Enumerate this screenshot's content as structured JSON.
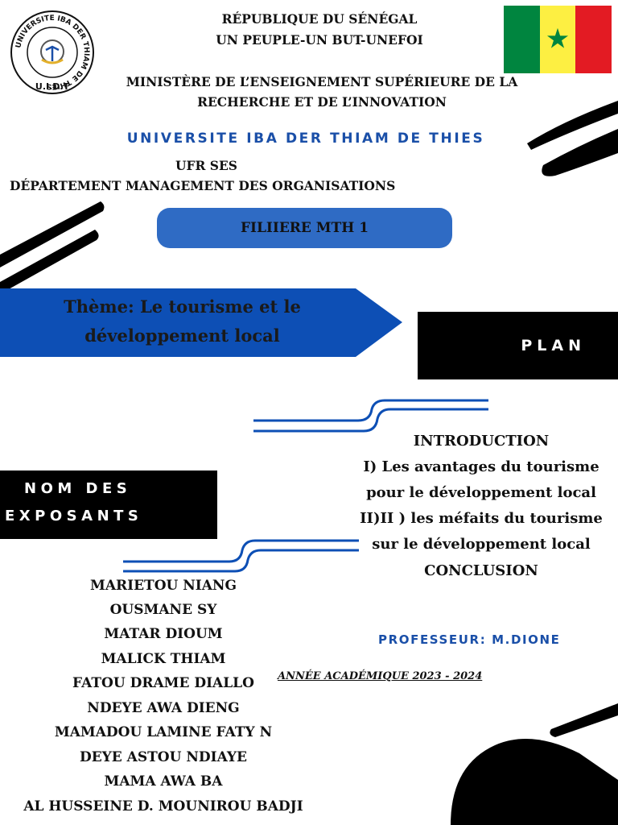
{
  "header": {
    "republique": "RÉPUBLIQUE DU SÉNÉGAL",
    "devise": "UN PEUPLE-UN BUT-UNEFOI",
    "ministere_l1": "MINISTÈRE DE L’ENSEIGNEMENT SUPÉRIEURE DE LA",
    "ministere_l2": "RECHERCHE ET DE L’INNOVATION",
    "universite": "UNIVERSITE IBA DER THIAM DE THIES",
    "ufr": "UFR SES",
    "departement": "DÉPARTEMENT MANAGEMENT DES ORGANISATIONS"
  },
  "logo": {
    "ring_text": "UNIVERSITE IBA DER THIAM DE THIES",
    "acronym": "U.I.D.T"
  },
  "flag": {
    "colors": [
      "#00853f",
      "#fdef42",
      "#e31b23"
    ],
    "icon": "star-icon"
  },
  "filiere": "FILIIERE MTH 1",
  "theme": {
    "line1": "Thème: Le tourisme et le",
    "line2": "développement local"
  },
  "plan": {
    "title": "PLAN",
    "items": [
      "INTRODUCTION",
      "I) Les avantages du tourisme",
      "pour le développement local",
      "II)II ) les méfaits du tourisme",
      "sur le développement local",
      "CONCLUSION"
    ]
  },
  "exposants": {
    "title_l1": "NOM DES",
    "title_l2": "EXPOSANTS",
    "names": [
      "MARIETOU NIANG",
      "OUSMANE SY",
      "MATAR DIOUM",
      "MALICK THIAM",
      "FATOU DRAME DIALLO",
      "NDEYE AWA DIENG",
      "MAMADOU LAMINE FATY N",
      "DEYE ASTOU NDIAYE",
      "MAMA AWA BA",
      "AL HUSSEINE D. MOUNIROU BADJI"
    ]
  },
  "professeur": "PROFESSEUR: M.DIONE",
  "annee": "ANNÉE ACADÉMIQUE 2023 - 2024",
  "colors": {
    "accent_blue": "#1a4fa8",
    "pill_blue": "#2f6bc4",
    "arrow_blue": "#0d4fb5"
  }
}
